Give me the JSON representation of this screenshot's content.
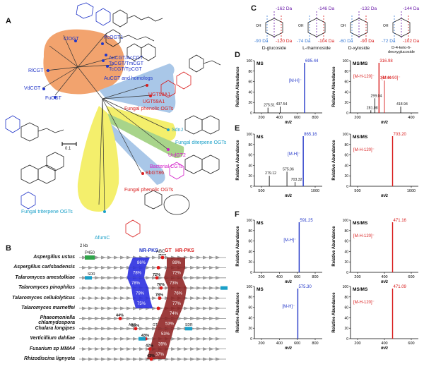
{
  "panel_a": {
    "letter": "A",
    "scale_label": "0.1",
    "labels": {
      "clogt": "ClOGT",
      "pcogt1": "PcOGT1",
      "acgt": "AuCGT/AcCGT",
      "tacgt": "TaCGT/TmCGT",
      "tccgt": "TcCGT/TpCGT",
      "riegt": "RlCGT",
      "vdcgt": "VdCGT",
      "fucgt": "FuCGT",
      "aucgt_homologs": "AuCGT and homologs",
      "ugt58a1": "UGT58A1",
      "ugt59a1": "UGT59A1",
      "fungal_phenolic_1": "Fungal phenolic OGTs",
      "sdnj": "SdnJ",
      "fungal_diterpene": "Fungal diterpene OGTs",
      "urdgt2": "UrdGT2",
      "bacterial": "Bacterial CGTs",
      "bbgt86": "BbGT86",
      "fungal_phenolic_2": "Fungal phenolic OGTs",
      "fungal_triterpene": "Fungal triterpene OGTs",
      "afumc": "AfumC"
    }
  },
  "panel_b": {
    "letter": "B",
    "scale": "2 kb",
    "header": {
      "nr_pks": "NR-PKS",
      "abc": "ABC",
      "gt": "GT",
      "hr_pks": "HR-PKS",
      "p450": "P450"
    },
    "species": [
      "Aspergillus ustus",
      "Aspergillus carlsbadensis",
      "Talaromyces amestolkiae",
      "Talaromyces pinophilus",
      "Talaromyces cellulolyticus",
      "Talaromyces marneffei",
      "Phaeomoniella chlamydospora",
      "Chalara longipes",
      "Verticillium dahliae",
      "Fusarium sp MMA4",
      "Rhizodiscina lignyota"
    ],
    "nr_pct": [
      "86%",
      "78%",
      "78%",
      "79%",
      "75%",
      "",
      "",
      "",
      "",
      ""
    ],
    "hr_pct": [
      "89%",
      "72%",
      "73%",
      "76%",
      "77%",
      "74%",
      "53%",
      "53%",
      "39%",
      "37%"
    ],
    "gt_pct": [
      "98%",
      "",
      "72%",
      "76%",
      "78%",
      "",
      "44%",
      "53%",
      "43%",
      "42%",
      "43%"
    ],
    "small_labels": {
      "sdr": "SDR",
      "abc": "ABC",
      "gt": "GT"
    }
  },
  "panel_c": {
    "letter": "C",
    "sugars": [
      {
        "name": "D-glucoside",
        "top": "-162 Da",
        "left": "-90 Da",
        "right": "-120 Da"
      },
      {
        "name": "L-rhamnoside",
        "top": "-146 Da",
        "left": "-74 Da",
        "right": "-104 Da"
      },
      {
        "name": "D-xyloside",
        "top": "-132 Da",
        "left": "-60 Da",
        "right": "-90 Da"
      },
      {
        "name": "D-4-keto-6-deoxyglucoside",
        "top": "-144 Da",
        "left": "-72 Da",
        "right": "-102 Da"
      }
    ],
    "oh": "OH"
  },
  "spectra": {
    "axis_ylabel": "Relative Abundance",
    "axis_xlabel": "m/z",
    "rows": [
      {
        "letter": "D",
        "ms": {
          "title": "MS",
          "ion": "[M-H]⁻",
          "main": "695.44",
          "minor": [
            "275.51",
            "437.54"
          ],
          "xticks": [
            "200",
            "400",
            "600",
            "800"
          ]
        },
        "msms": {
          "title": "MS/MS",
          "ions": [
            "[M-H-120]⁻",
            "[M-H-90]⁻"
          ],
          "main": "316.98",
          "minor": [
            "347.00",
            "299.04",
            "281.08",
            "418.94"
          ],
          "xticks": [
            "200",
            "400"
          ]
        }
      },
      {
        "letter": "E",
        "ms": {
          "title": "MS",
          "ion": "[M-H]⁻",
          "main": "865.16",
          "minor": [
            "279.12",
            "575.06",
            "703.32"
          ],
          "xticks": [
            "500",
            "1000"
          ]
        },
        "msms": {
          "title": "MS/MS",
          "ions": [
            "[M-H-120]⁻"
          ],
          "main": "703.20",
          "minor": [],
          "xticks": [
            "500",
            "1000"
          ]
        }
      },
      {
        "letter": "F",
        "ms": {
          "title": "MS",
          "ion": "[M-H]⁻",
          "main": "591.25",
          "minor": [],
          "xticks": [
            "200",
            "400",
            "600",
            "800"
          ]
        },
        "msms": {
          "title": "MS/MS",
          "ions": [
            "[M-H-120]⁻"
          ],
          "main": "471.16",
          "minor": [],
          "xticks": [
            "200",
            "400",
            "600"
          ]
        }
      },
      {
        "letter": "",
        "ms": {
          "title": "MS",
          "ion": "[M-H]⁻",
          "main": "575.30",
          "minor": [],
          "xticks": [
            "200",
            "400",
            "600",
            "800"
          ]
        },
        "msms": {
          "title": "MS/MS",
          "ions": [
            "[M-H-120]⁻"
          ],
          "main": "471.09",
          "minor": [],
          "xticks": [
            "200",
            "400",
            "600"
          ]
        }
      }
    ],
    "yticks": [
      "0",
      "20",
      "40",
      "60",
      "80",
      "100"
    ]
  }
}
